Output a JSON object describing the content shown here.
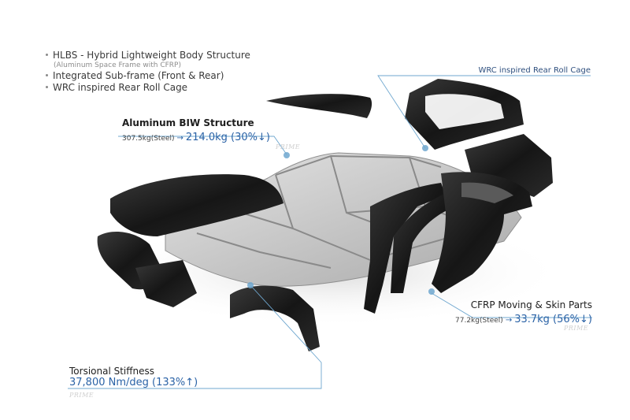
{
  "bullets": {
    "items": [
      {
        "text": "HLBS - Hybrid Lightweight Body Structure",
        "sub": "(Aluminum Space Frame with CFRP)"
      },
      {
        "text": "Integrated Sub-frame (Front & Rear)",
        "sub": ""
      },
      {
        "text": "WRC inspired Rear Roll Cage",
        "sub": ""
      }
    ]
  },
  "callouts": {
    "aluminum_biw": {
      "title": "Aluminum BIW Structure",
      "from": "307.5kg(Steel)",
      "arrow": "→",
      "to": "214.0kg (30%↓)"
    },
    "wrc": {
      "title": "WRC inspired Rear Roll Cage"
    },
    "cfrp": {
      "title": "CFRP Moving & Skin Parts",
      "from": "77.2kg(Steel)",
      "arrow": "→",
      "to": "33.7kg (56%↓)"
    },
    "torsional": {
      "title": "Torsional Stiffness",
      "value": "37,800 Nm/deg (133%↑)"
    }
  },
  "watermark": "PRIME",
  "colors": {
    "accent": "#2a62a6",
    "leader": "#6fa7cf",
    "carbon": "#1f1f1f",
    "aluminum": "#c9c9c9"
  }
}
